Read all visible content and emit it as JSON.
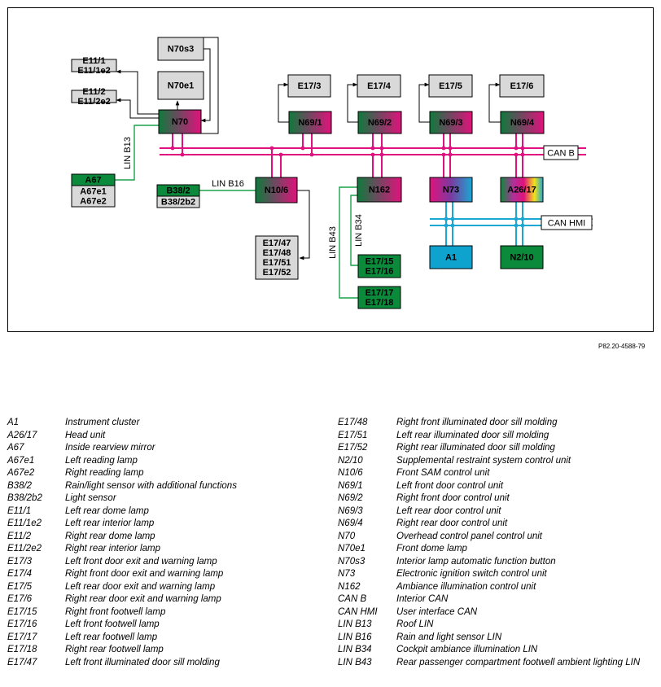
{
  "diagram": {
    "boxes": [
      {
        "id": "N70s3",
        "lines": [
          "N70s3"
        ],
        "style": "gray"
      },
      {
        "id": "N70e1",
        "lines": [
          "N70e1"
        ],
        "style": "gray"
      },
      {
        "id": "N70",
        "lines": [
          "N70"
        ],
        "style": "gm"
      },
      {
        "id": "E11_1",
        "lines": [
          "E11/1",
          "E11/1e2"
        ],
        "style": "gray"
      },
      {
        "id": "E11_2",
        "lines": [
          "E11/2",
          "E11/2e2"
        ],
        "style": "gray"
      },
      {
        "id": "A67",
        "lines": [
          "A67"
        ],
        "style": "green"
      },
      {
        "id": "A67e",
        "lines": [
          "A67e1",
          "A67e2"
        ],
        "style": "gray"
      },
      {
        "id": "B38_2",
        "lines": [
          "B38/2"
        ],
        "style": "green"
      },
      {
        "id": "B38_2b2",
        "lines": [
          "B38/2b2"
        ],
        "style": "gray"
      },
      {
        "id": "E17_3",
        "lines": [
          "E17/3"
        ],
        "style": "gray"
      },
      {
        "id": "E17_4",
        "lines": [
          "E17/4"
        ],
        "style": "gray"
      },
      {
        "id": "E17_5",
        "lines": [
          "E17/5"
        ],
        "style": "gray"
      },
      {
        "id": "E17_6",
        "lines": [
          "E17/6"
        ],
        "style": "gray"
      },
      {
        "id": "N69_1",
        "lines": [
          "N69/1"
        ],
        "style": "gm"
      },
      {
        "id": "N69_2",
        "lines": [
          "N69/2"
        ],
        "style": "gm"
      },
      {
        "id": "N69_3",
        "lines": [
          "N69/3"
        ],
        "style": "gm"
      },
      {
        "id": "N69_4",
        "lines": [
          "N69/4"
        ],
        "style": "gm"
      },
      {
        "id": "N10_6",
        "lines": [
          "N10/6"
        ],
        "style": "gm"
      },
      {
        "id": "N162",
        "lines": [
          "N162"
        ],
        "style": "gm"
      },
      {
        "id": "N73",
        "lines": [
          "N73"
        ],
        "style": "n73"
      },
      {
        "id": "A26_17",
        "lines": [
          "A26/17"
        ],
        "style": "a26"
      },
      {
        "id": "E17_47",
        "lines": [
          "E17/47",
          "E17/48",
          "E17/51",
          "E17/52"
        ],
        "style": "gray"
      },
      {
        "id": "E17_15",
        "lines": [
          "E17/15",
          "E17/16"
        ],
        "style": "green"
      },
      {
        "id": "E17_17",
        "lines": [
          "E17/17",
          "E17/18"
        ],
        "style": "green"
      },
      {
        "id": "A1",
        "lines": [
          "A1"
        ],
        "style": "cyan"
      },
      {
        "id": "N2_10",
        "lines": [
          "N2/10"
        ],
        "style": "green"
      }
    ],
    "bus_labels": {
      "can_b": "CAN B",
      "can_hmi": "CAN HMI",
      "lin_b13": "LIN B13",
      "lin_b16": "LIN B16",
      "lin_b34": "LIN B34",
      "lin_b43": "LIN B43"
    },
    "colors": {
      "can_b": "#e0117f",
      "can_hmi": "#1aa7d2",
      "lin": "#19a24a",
      "gray_box": "#d9d9d9",
      "green_box": "#0a8a3a",
      "cyan_box": "#0ea3cf"
    }
  },
  "reference_code": "P82.20-4588-79",
  "legend_left": [
    {
      "code": "A1",
      "desc": "Instrument cluster"
    },
    {
      "code": "A26/17",
      "desc": "Head unit"
    },
    {
      "code": "A67",
      "desc": "Inside rearview mirror"
    },
    {
      "code": "A67e1",
      "desc": "Left reading lamp"
    },
    {
      "code": "A67e2",
      "desc": "Right reading lamp"
    },
    {
      "code": "B38/2",
      "desc": "Rain/light sensor with additional functions"
    },
    {
      "code": "B38/2b2",
      "desc": "Light sensor"
    },
    {
      "code": "E11/1",
      "desc": "Left rear dome lamp"
    },
    {
      "code": "E11/1e2",
      "desc": "Left rear interior lamp"
    },
    {
      "code": "E11/2",
      "desc": "Right rear dome lamp"
    },
    {
      "code": "E11/2e2",
      "desc": "Right rear interior lamp"
    },
    {
      "code": "E17/3",
      "desc": "Left front door exit and warning lamp"
    },
    {
      "code": "E17/4",
      "desc": "Right front door exit and warning lamp"
    },
    {
      "code": "E17/5",
      "desc": "Left rear door exit and warning lamp"
    },
    {
      "code": "E17/6",
      "desc": "Right rear door exit and warning lamp"
    },
    {
      "code": "E17/15",
      "desc": "Right front footwell lamp"
    },
    {
      "code": "E17/16",
      "desc": "Left front footwell lamp"
    },
    {
      "code": "E17/17",
      "desc": "Left rear footwell lamp"
    },
    {
      "code": "E17/18",
      "desc": "Right rear footwell lamp"
    },
    {
      "code": "E17/47",
      "desc": "Left front illuminated door sill molding"
    }
  ],
  "legend_right": [
    {
      "code": "E17/48",
      "desc": "Right front illuminated door sill molding"
    },
    {
      "code": "E17/51",
      "desc": "Left rear illuminated door sill molding"
    },
    {
      "code": "E17/52",
      "desc": "Right rear illuminated door sill molding"
    },
    {
      "code": "N2/10",
      "desc": "Supplemental restraint system control unit"
    },
    {
      "code": "N10/6",
      "desc": "Front SAM control unit"
    },
    {
      "code": "N69/1",
      "desc": "Left front door control unit"
    },
    {
      "code": "N69/2",
      "desc": "Right front door control unit"
    },
    {
      "code": "N69/3",
      "desc": "Left rear door control unit"
    },
    {
      "code": "N69/4",
      "desc": "Right rear door control unit"
    },
    {
      "code": "N70",
      "desc": "Overhead control panel control unit"
    },
    {
      "code": "N70e1",
      "desc": "Front dome lamp"
    },
    {
      "code": "N70s3",
      "desc": "Interior lamp automatic function button"
    },
    {
      "code": "N73",
      "desc": "Electronic ignition switch control unit"
    },
    {
      "code": "N162",
      "desc": "Ambiance illumination control unit"
    },
    {
      "code": "CAN B",
      "desc": "Interior CAN"
    },
    {
      "code": "CAN HMI",
      "desc": "User interface CAN"
    },
    {
      "code": "LIN B13",
      "desc": "Roof LIN"
    },
    {
      "code": "LIN B16",
      "desc": "Rain and light sensor LIN"
    },
    {
      "code": "LIN B34",
      "desc": "Cockpit ambiance illumination LIN"
    },
    {
      "code": "LIN B43",
      "desc": "Rear passenger compartment footwell ambient lighting LIN"
    }
  ]
}
